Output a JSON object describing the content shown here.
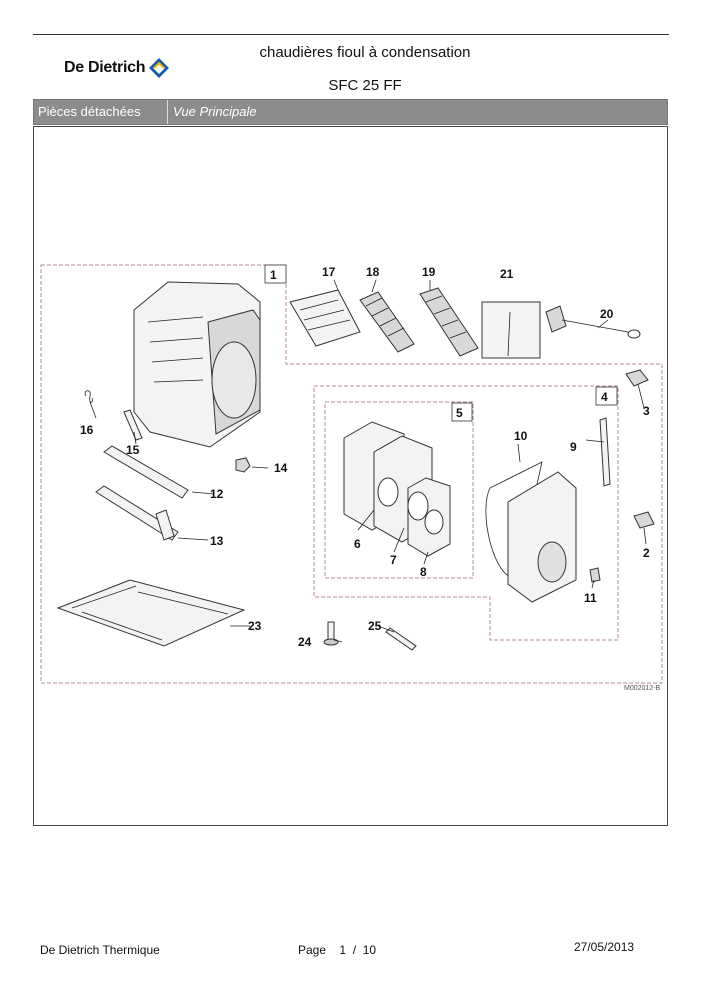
{
  "header": {
    "brand": "De Dietrich",
    "title": "chaudières fioul à condensation",
    "model": "SFC 25 FF"
  },
  "section": {
    "label": "Pièces détachées",
    "view": "Vue Principale"
  },
  "diagram": {
    "reference": "M002012-B",
    "callouts": [
      "1",
      "2",
      "3",
      "4",
      "5",
      "6",
      "7",
      "8",
      "9",
      "10",
      "11",
      "12",
      "13",
      "14",
      "15",
      "16",
      "17",
      "18",
      "19",
      "20",
      "21",
      "23",
      "24",
      "25"
    ]
  },
  "footer": {
    "company": "De Dietrich Thermique",
    "page_label": "Page",
    "page_current": "1",
    "page_sep": "/",
    "page_total": "10",
    "date": "27/05/2013"
  },
  "colors": {
    "section_bar": "#8c8c8c",
    "logo_accent": "#1a5aa6"
  }
}
